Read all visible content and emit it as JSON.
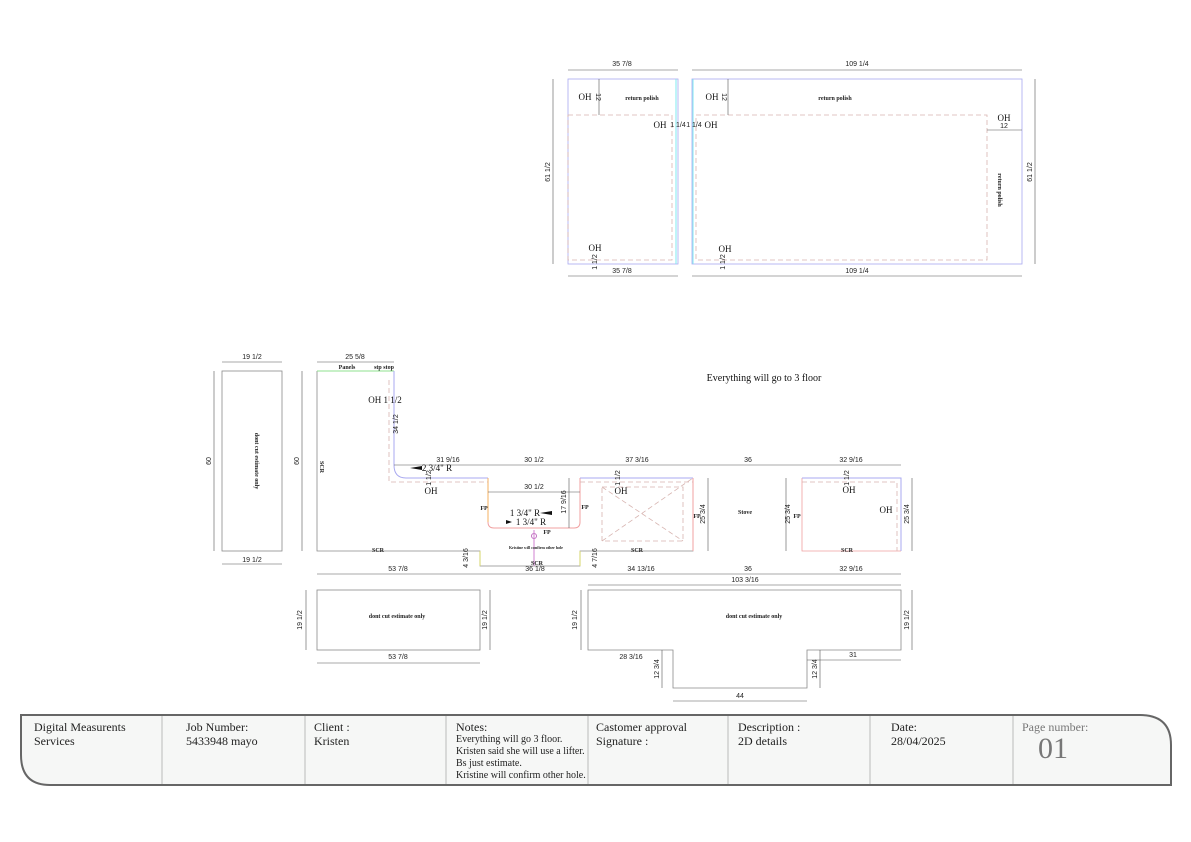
{
  "top": {
    "w1": "35 7/8",
    "w2": "109 1/4",
    "h": "61 1/2",
    "rp": "return polish",
    "oh": "OH",
    "d12": "12",
    "d114": "1 1/4",
    "d112": "1 1/2"
  },
  "note": "Everything will go to 3 floor",
  "bot": {
    "slab1": {
      "w": "19 1/2",
      "h": "60",
      "txt": "dont cut estimate only"
    },
    "l": {
      "w": "25 5/8",
      "h": "60",
      "scr": "SCR",
      "panels": "Panels",
      "stp": "stp stop",
      "oh112": "OH 1 1/2",
      "d345": "34 1/2",
      "d31": "31 9/16",
      "r1": "2 3/4\" R",
      "d112": "1 1/2",
      "oh": "OH"
    },
    "sink": {
      "w": "30 1/2",
      "wi": "30 1/2",
      "d17": "17 9/16",
      "r1": "1 3/4\" R",
      "r2": "1 3/4\" R",
      "fp": "FP",
      "hole": "Kristine will confirm other hole",
      "scr": "SCR",
      "d43": "4 3/16",
      "d47": "4 7/16"
    },
    "s3": {
      "w": "37 3/16",
      "h": "25 3/4",
      "stove": "Stove",
      "w36": "36",
      "w4": "32 9/16"
    },
    "bottom_dims": {
      "a": "53 7/8",
      "b": "36 1/8",
      "c": "34 13/16",
      "d": "36",
      "e": "32 9/16",
      "total": "103 3/16"
    },
    "slab2": {
      "w": "53 7/8",
      "h": "19 1/2",
      "txt": "dont cut estimate only"
    },
    "slab3": {
      "a": "28 3/16",
      "b": "12 3/4",
      "c": "44",
      "d": "31",
      "h": "19 1/2",
      "txt": "dont cut estimate only"
    }
  },
  "titleblock": {
    "company": [
      "Digital Measurents",
      "Services"
    ],
    "job_label": "Job Number:",
    "job": "5433948 mayo",
    "client_label": "Client :",
    "client": "Kristen",
    "notes_label": "Notes:",
    "notes": [
      "Everything will go 3 floor.",
      "Kristen said she will use a lifter.",
      "Bs just estimate.",
      "Kristine will confirm other hole."
    ],
    "approval": [
      "Castomer approval",
      "Signature :"
    ],
    "desc_label": "Description :",
    "desc": "2D details",
    "date_label": "Date:",
    "date": "28/04/2025",
    "page_label": "Page number:",
    "page": "01"
  }
}
